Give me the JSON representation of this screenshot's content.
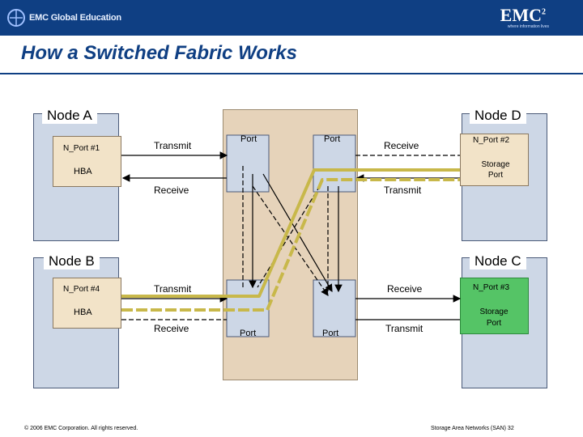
{
  "header": {
    "edu_text": "EMC Global Education",
    "brand": "EMC",
    "brand_sup": "2",
    "tagline": "where information lives"
  },
  "title": "How a Switched Fabric Works",
  "nodes": {
    "a": {
      "title": "Node  A",
      "nport": "N_Port #1",
      "hba": "HBA"
    },
    "b": {
      "title": "Node  B",
      "nport": "N_Port #4",
      "hba": "HBA"
    },
    "c": {
      "title": "Node  C",
      "nport": "N_Port #3",
      "storage": "Storage\nPort"
    },
    "d": {
      "title": "Node  D",
      "nport": "N_Port #2",
      "storage": "Storage\nPort"
    }
  },
  "labels": {
    "transmit": "Transmit",
    "receive": "Receive",
    "port": "Port"
  },
  "colors": {
    "header_blue": "#0f3f83",
    "switch_fill": "#e6d3ba",
    "node_fill": "#cdd7e6",
    "hba_fill": "#f2e3c8",
    "active_green": "#55c466",
    "path_yellow": "#c8b84a"
  },
  "footer": {
    "copyright": "© 2006 EMC Corporation. All rights reserved.",
    "page_ref": "Storage Area Networks (SAN) 32"
  }
}
